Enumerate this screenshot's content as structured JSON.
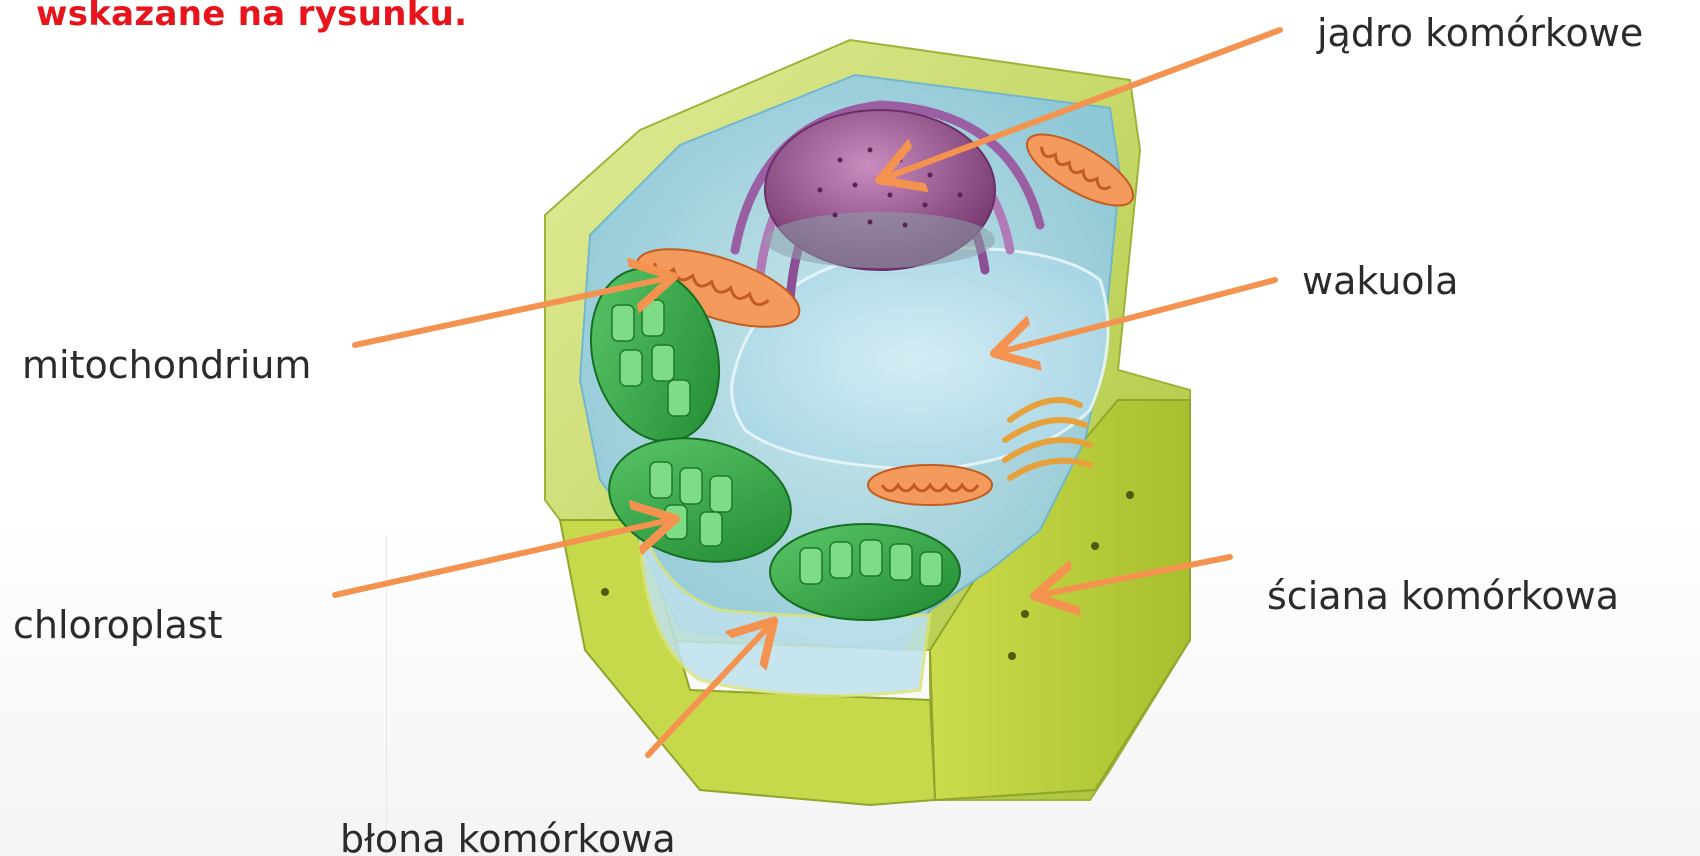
{
  "header": {
    "text": "wskazane na rysunku."
  },
  "labels": {
    "nucleus": "jądro komórkowe",
    "vacuole": "wakuola",
    "mitochondrium": "mitochondrium",
    "chloroplast": "chloroplast",
    "cell_wall": "ściana komórkowa",
    "cell_membrane": "błona komórkowa"
  },
  "colors": {
    "arrow": "#f4934f",
    "header": "#e8141c",
    "label": "#2b2b2b",
    "cell_wall": "#c9dc5a",
    "cytoplasm": "#9fd3e6",
    "nucleus": "#9a4f8f",
    "chloroplast": "#3aa84a",
    "mitochondrion": "#f08a4b"
  }
}
